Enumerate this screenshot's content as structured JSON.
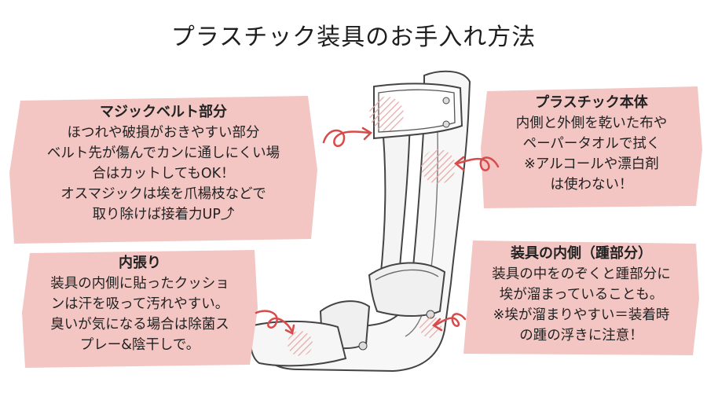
{
  "title": "プラスチック装具のお手入れ方法",
  "colors": {
    "panel": "#f3c6c3",
    "arrow": "#d94a4a",
    "hatch": "#e8a8a4"
  },
  "panels": {
    "magic_belt": {
      "heading": "マジックベルト部分",
      "lines": [
        "ほつれや破損がおきやすい部分",
        "ベルト先が傷んでカンに通しにくい場",
        "合はカットしてもOK！",
        "オスマジックは埃を爪楊枝などで",
        "取り除けば接着力UP⤴"
      ]
    },
    "inner_padding": {
      "heading": "内張り",
      "lines": [
        "装具の内側に貼ったクッショ",
        "ンは汗を吸って汚れやすい。",
        "臭いが気になる場合は除菌ス",
        "プレー&陰干しで。"
      ]
    },
    "plastic_body": {
      "heading": "プラスチック本体",
      "lines": [
        "内側と外側を乾いた布や",
        "ペーパータオルで拭く",
        "※アルコールや漂白剤",
        "は使わない！"
      ]
    },
    "inner_heel": {
      "heading": "装具の内側（踵部分）",
      "lines": [
        "装具の中をのぞくと踵部分に",
        "埃が溜まっていることも。",
        "※埃が溜まりやすい＝装着時",
        "の踵の浮きに注意！"
      ]
    }
  }
}
